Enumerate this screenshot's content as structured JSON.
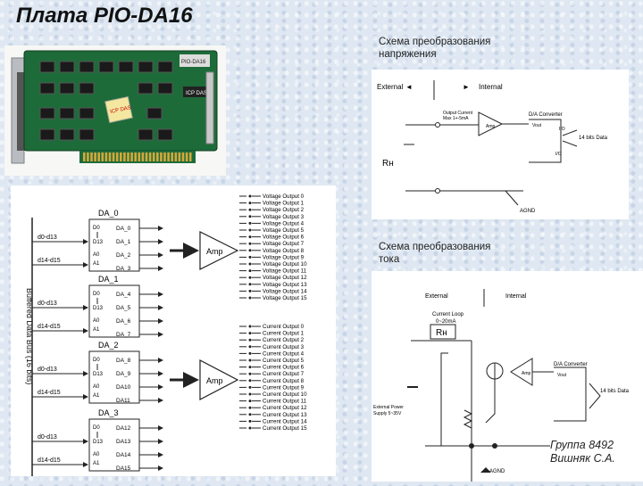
{
  "slide": {
    "title": "Плата PIO-DA16",
    "caption_voltage": [
      "Схема преобразования",
      "напряжения"
    ],
    "caption_current": [
      "Схема преобразования",
      "тока"
    ],
    "author": [
      "Группа 8492",
      "Вишняк С.А."
    ]
  },
  "card": {
    "brand": "ICP DAS",
    "model": "PIO-DA16",
    "sticker": "ICP DAS"
  },
  "block_diagram": {
    "bus_label": "Buffered Data Bus (16 bits)",
    "amp_label": "Amp",
    "bus_groups": [
      {
        "top": "d0-d13",
        "bottom": "d14-d15"
      },
      {
        "top": "d0-d13",
        "bottom": "d14-d15"
      },
      {
        "top": "d0-d13",
        "bottom": "d14-d15"
      },
      {
        "top": "d0-d13",
        "bottom": "d14-d15"
      }
    ],
    "chips": [
      {
        "name": "DA_0",
        "outputs": [
          "DA_0",
          "DA_1",
          "DA_2",
          "DA_3"
        ]
      },
      {
        "name": "DA_1",
        "outputs": [
          "DA_4",
          "DA_5",
          "DA_6",
          "DA_7"
        ]
      },
      {
        "name": "DA_2",
        "outputs": [
          "DA_8",
          "DA_9",
          "DA10",
          "DA11"
        ]
      },
      {
        "name": "DA_3",
        "outputs": [
          "DA12",
          "DA13",
          "DA14",
          "DA15"
        ]
      }
    ],
    "chip_pins": [
      "D0",
      "D13",
      "A0",
      "A1"
    ],
    "voltage_outputs": [
      "Voltage Output 0",
      "Voltage Output 1",
      "Voltage Output 2",
      "Voltage Output 3",
      "Voltage Output 4",
      "Voltage Output 5",
      "Voltage Output 6",
      "Voltage Output 7",
      "Voltage Output 8",
      "Voltage Output 9",
      "Voltage Output 10",
      "Voltage Output 11",
      "Voltage Output 12",
      "Voltage Output 13",
      "Voltage Output 14",
      "Voltage Output 15"
    ],
    "current_outputs": [
      "Current Output 0",
      "Current Output 1",
      "Current Output 2",
      "Current Output 3",
      "Current Output 4",
      "Current Output 5",
      "Current Output 6",
      "Current Output 7",
      "Current Output 8",
      "Current Output 9",
      "Current Output 10",
      "Current Output 11",
      "Current Output 12",
      "Current Output 13",
      "Current Output 14",
      "Current Output 15"
    ]
  },
  "voltage_circuit": {
    "external": "External",
    "internal": "Internal",
    "output_label": [
      "Output Current",
      "Max 1+-5mA"
    ],
    "amp": "Amp",
    "converter": "D/A Converter",
    "vout": "Vout",
    "i_o": "I/O",
    "bits": "14 bits Data",
    "rh": "Rн",
    "agnd": "AGND"
  },
  "current_circuit": {
    "external": "External",
    "internal": "Internal",
    "loop": [
      "Current Loop",
      "0~20mA"
    ],
    "rh": "Rн",
    "amp": "Amp",
    "converter": "D/A Converter",
    "vout": "Vout",
    "bits": "14 bits Data",
    "supply": [
      "External Power",
      "Supply 5~35V"
    ],
    "agnd": "AGND"
  }
}
